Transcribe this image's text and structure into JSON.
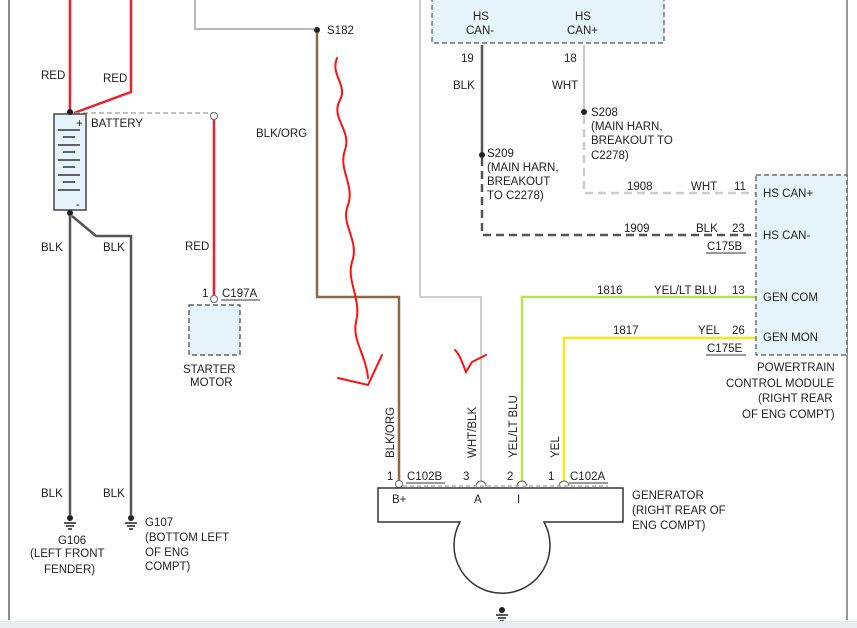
{
  "colors": {
    "red": "#e8212a",
    "black": "#555555",
    "gray": "#bbbbbb",
    "blk_org": "#8a6a45",
    "wht": "#cccccc",
    "yel_lt_blu": "#b6e24f",
    "yel": "#f2ea1f",
    "annotation_red": "#ff1010",
    "module_fill": "#e5f3fa"
  },
  "battery": {
    "label": "BATTERY",
    "plus": "+",
    "minus": "-"
  },
  "wire_labels": {
    "red_left": "RED",
    "red_right": "RED",
    "red_starter": "RED",
    "blk_left": "BLK",
    "blk_right": "BLK",
    "blk_g106": "BLK",
    "blk_g107": "BLK",
    "blk_org_upper": "BLK/ORG",
    "blk_can": "BLK",
    "wht_can": "WHT",
    "blk_org_vertical": "BLK/ORG",
    "wht_blk_vertical": "WHT/BLK",
    "yel_lt_blu_vertical": "YEL/LT BLU",
    "yel_vertical": "YEL"
  },
  "splices": {
    "s182": "S182",
    "s208_name": "S208",
    "s208_line1": "(MAIN HARN,",
    "s208_line2": "BREAKOUT TO",
    "s208_line3": "C2278)",
    "s209_name": "S209",
    "s209_line1": "(MAIN HARN,",
    "s209_line2": "BREAKOUT",
    "s209_line3": "TO C2278)"
  },
  "starter": {
    "pin": "1",
    "connector": "C197A",
    "label_line1": "STARTER",
    "label_line2": "MOTOR"
  },
  "grounds": {
    "g106_name": "G106",
    "g106_line1": "(LEFT FRONT",
    "g106_line2": "FENDER)",
    "g107_name": "G107",
    "g107_line1": "(BOTTOM LEFT",
    "g107_line2": "OF ENG",
    "g107_line3": "COMPT)"
  },
  "top_module": {
    "hs_can_minus_line1": "HS",
    "hs_can_minus_line2": "CAN-",
    "hs_can_plus_line1": "HS",
    "hs_can_plus_line2": "CAN+",
    "pin_can_minus": "19",
    "pin_can_plus": "18"
  },
  "pcm": {
    "pins": [
      {
        "pin": "11",
        "circuit": "1908",
        "color": "WHT",
        "name": "HS CAN+"
      },
      {
        "pin": "23",
        "circuit": "1909",
        "color": "BLK",
        "name": "HS CAN-"
      },
      {
        "pin": "13",
        "circuit": "1816",
        "color": "YEL/LT BLU",
        "name": "GEN COM"
      },
      {
        "pin": "26",
        "circuit": "1817",
        "color": "YEL",
        "name": "GEN MON"
      }
    ],
    "connector_b": "C175B",
    "connector_e": "C175E",
    "title_line1": "POWERTRAIN",
    "title_line2": "CONTROL MODULE",
    "title_line3": "(RIGHT REAR",
    "title_line4": "OF ENG COMPT)"
  },
  "generator": {
    "pin_bplus": "1",
    "connector_b": "C102B",
    "pin_a": "3",
    "pin_i": "2",
    "pin_yel": "1",
    "connector_a": "C102A",
    "term_bplus": "B+",
    "term_a": "A",
    "term_i": "I",
    "label_line1": "GENERATOR",
    "label_line2": "(RIGHT REAR OF",
    "label_line3": "ENG COMPT)"
  }
}
